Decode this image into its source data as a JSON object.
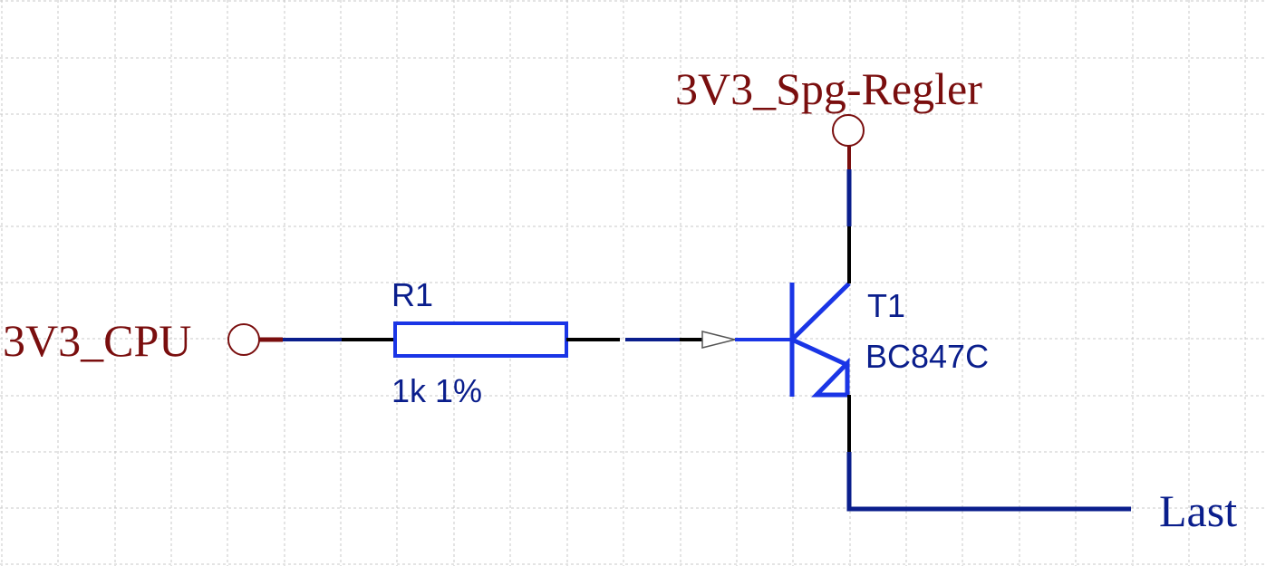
{
  "ports": {
    "cpu": "3V3_CPU",
    "regler": "3V3_Spg-Regler",
    "last": "Last"
  },
  "resistor": {
    "designator": "R1",
    "value": "1k 1%"
  },
  "transistor": {
    "designator": "T1",
    "part": "BC847C"
  },
  "colors": {
    "wire": "#000000",
    "component": "#1a35e6",
    "net_segment": "#0a1e8c",
    "port": "#7a0e0e",
    "port_circle": "#7a0e0e",
    "grid": "#c8c8c8",
    "label_blue": "#0a1e8c"
  }
}
